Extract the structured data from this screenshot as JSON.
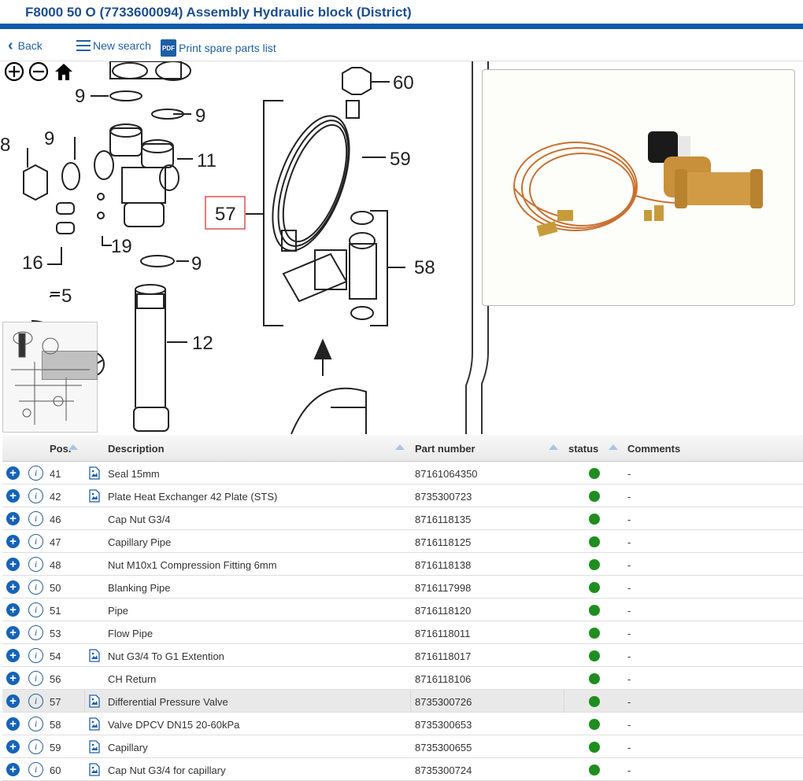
{
  "page": {
    "title": "F8000 50 O (7733600094) Assembly Hydraulic block (District)"
  },
  "toolbar": {
    "back_label": "Back",
    "new_search_label": "New search",
    "print_label": "Print spare parts list",
    "pdf_badge": "PDF"
  },
  "drawing": {
    "callouts": [
      "60",
      "9",
      "9",
      "8",
      "9",
      "11",
      "59",
      "57",
      "16",
      "19",
      "9",
      "58",
      "5",
      "12"
    ]
  },
  "table": {
    "headers": {
      "pos": "Pos.",
      "description": "Description",
      "part_number": "Part number",
      "status": "status",
      "comments": "Comments"
    },
    "status_color": "#1f8d1f",
    "rows": [
      {
        "pos": "41",
        "has_image": true,
        "description": "Seal 15mm",
        "part_number": "87161064350",
        "comment": "-"
      },
      {
        "pos": "42",
        "has_image": true,
        "description": "Plate Heat Exchanger 42 Plate (STS)",
        "part_number": "8735300723",
        "comment": "-"
      },
      {
        "pos": "46",
        "has_image": false,
        "description": "Cap Nut G3/4",
        "part_number": "8716118135",
        "comment": "-"
      },
      {
        "pos": "47",
        "has_image": false,
        "description": "Capillary Pipe",
        "part_number": "8716118125",
        "comment": "-"
      },
      {
        "pos": "48",
        "has_image": false,
        "description": "Nut M10x1 Compression Fitting 6mm",
        "part_number": "8716118138",
        "comment": "-"
      },
      {
        "pos": "50",
        "has_image": false,
        "description": "Blanking Pipe",
        "part_number": "8716117998",
        "comment": "-"
      },
      {
        "pos": "51",
        "has_image": false,
        "description": "Pipe",
        "part_number": "8716118120",
        "comment": "-"
      },
      {
        "pos": "53",
        "has_image": false,
        "description": "Flow Pipe",
        "part_number": "8716118011",
        "comment": "-"
      },
      {
        "pos": "54",
        "has_image": true,
        "description": "Nut G3/4 To G1 Extention",
        "part_number": "8716118017",
        "comment": "-"
      },
      {
        "pos": "56",
        "has_image": false,
        "description": "CH Return",
        "part_number": "8716118106",
        "comment": "-"
      },
      {
        "pos": "57",
        "has_image": true,
        "description": "Differential Pressure Valve",
        "part_number": "8735300726",
        "comment": "-",
        "selected": true
      },
      {
        "pos": "58",
        "has_image": true,
        "description": "Valve DPCV DN15 20-60kPa",
        "part_number": "8735300653",
        "comment": "-"
      },
      {
        "pos": "59",
        "has_image": true,
        "description": "Capillary",
        "part_number": "8735300655",
        "comment": "-"
      },
      {
        "pos": "60",
        "has_image": true,
        "description": "Cap Nut G3/4 for capillary",
        "part_number": "8735300724",
        "comment": "-"
      }
    ]
  }
}
